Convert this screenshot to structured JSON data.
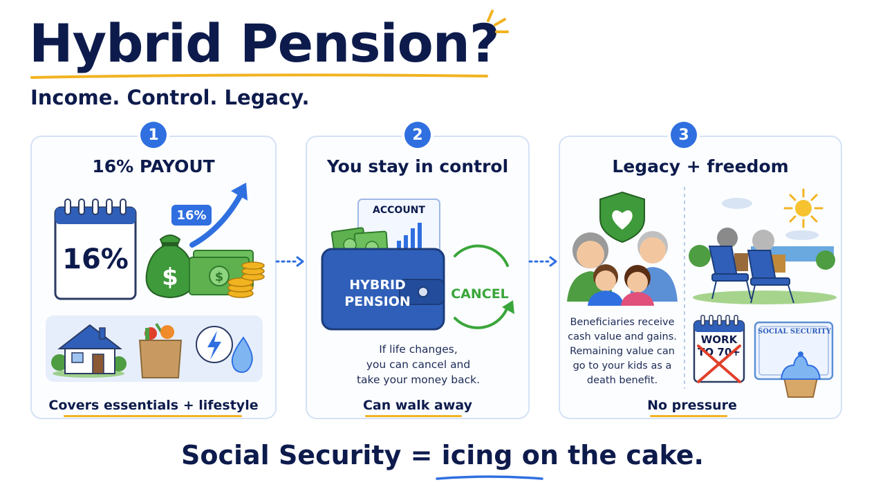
{
  "header": {
    "title": "Hybrid Pension?",
    "subtitle": "Income. Control. Legacy."
  },
  "panels": [
    {
      "number": "1",
      "title": "16% PAYOUT",
      "calendar_text": "16%",
      "tag_text": "16%",
      "caption": "Covers essentials + lifestyle"
    },
    {
      "number": "2",
      "title": "You stay in control",
      "account_label": "ACCOUNT",
      "wallet_line1": "HYBRID",
      "wallet_line2": "PENSION",
      "cancel_label": "CANCEL",
      "body_lines": [
        "If life changes,",
        "you can cancel and",
        "take your money back."
      ],
      "caption": "Can walk away"
    },
    {
      "number": "3",
      "title": "Legacy + freedom",
      "body_lines": [
        "Beneficiaries receive",
        "cash value and gains.",
        "Remaining value can",
        "go to your kids as a",
        "death benefit."
      ],
      "calendar_line1": "WORK",
      "calendar_line2": "TO 70+",
      "card_label": "SOCIAL SECURITY",
      "caption": "No pressure"
    }
  ],
  "footer": {
    "part1": "Social Security ",
    "part2": "=",
    "part3": " ",
    "part4": "icing",
    "part5": " on the cake."
  },
  "colors": {
    "navy": "#0d1b4c",
    "accent_blue": "#2f6fe0",
    "gold": "#f2b321",
    "money_green": "#3e9a3a",
    "cancel_green": "#3aa63a",
    "red_x": "#e0402a"
  }
}
